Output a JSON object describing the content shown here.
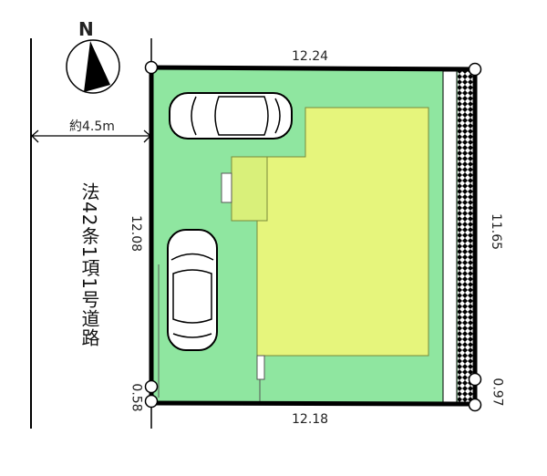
{
  "compass": {
    "label": "N"
  },
  "road": {
    "width_label": "約4.5m",
    "type_label": "法42条1項1号道路"
  },
  "dimensions": {
    "top": "12.24",
    "right": "11.65",
    "bottom": "12.18",
    "left": "12.08",
    "left_corner": "0.58",
    "right_corner": "0.97"
  },
  "colors": {
    "lot": "#8fe6a0",
    "building": "#e6f57c",
    "porch": "#d9f07a"
  }
}
